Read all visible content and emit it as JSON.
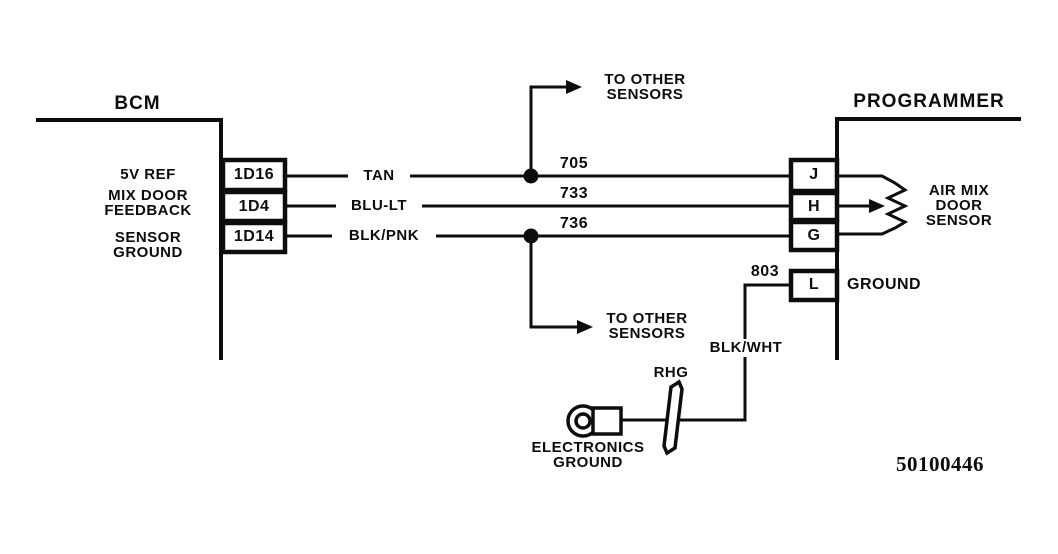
{
  "colors": {
    "ink": "#0d0d0d",
    "paper": "#ffffff"
  },
  "figure_number": "50100446",
  "bcm": {
    "title": "BCM",
    "pins": [
      {
        "id": "1D16",
        "lines": [
          "5V REF"
        ]
      },
      {
        "id": "1D4",
        "lines": [
          "MIX DOOR",
          "FEEDBACK"
        ]
      },
      {
        "id": "1D14",
        "lines": [
          "SENSOR",
          "GROUND"
        ]
      }
    ]
  },
  "programmer": {
    "title": "PROGRAMMER",
    "pins": {
      "j": "J",
      "h": "H",
      "g": "G",
      "l": "L"
    },
    "ground_label": "GROUND",
    "sensor_lines": [
      "AIR MIX",
      "DOOR",
      "SENSOR"
    ]
  },
  "wires": {
    "tan": {
      "color": "TAN",
      "circuit": "705"
    },
    "blu_lt": {
      "color": "BLU-LT",
      "circuit": "733"
    },
    "blk_pnk": {
      "color": "BLK/PNK",
      "circuit": "736"
    },
    "blk_wht": {
      "color": "BLK/WHT",
      "circuit": "803"
    }
  },
  "branch_top": {
    "lines": [
      "TO OTHER",
      "SENSORS"
    ]
  },
  "branch_bottom": {
    "lines": [
      "TO OTHER",
      "SENSORS"
    ]
  },
  "grommet_label": "RHG",
  "electronics_ground_lines": [
    "ELECTRONICS",
    "GROUND"
  ]
}
